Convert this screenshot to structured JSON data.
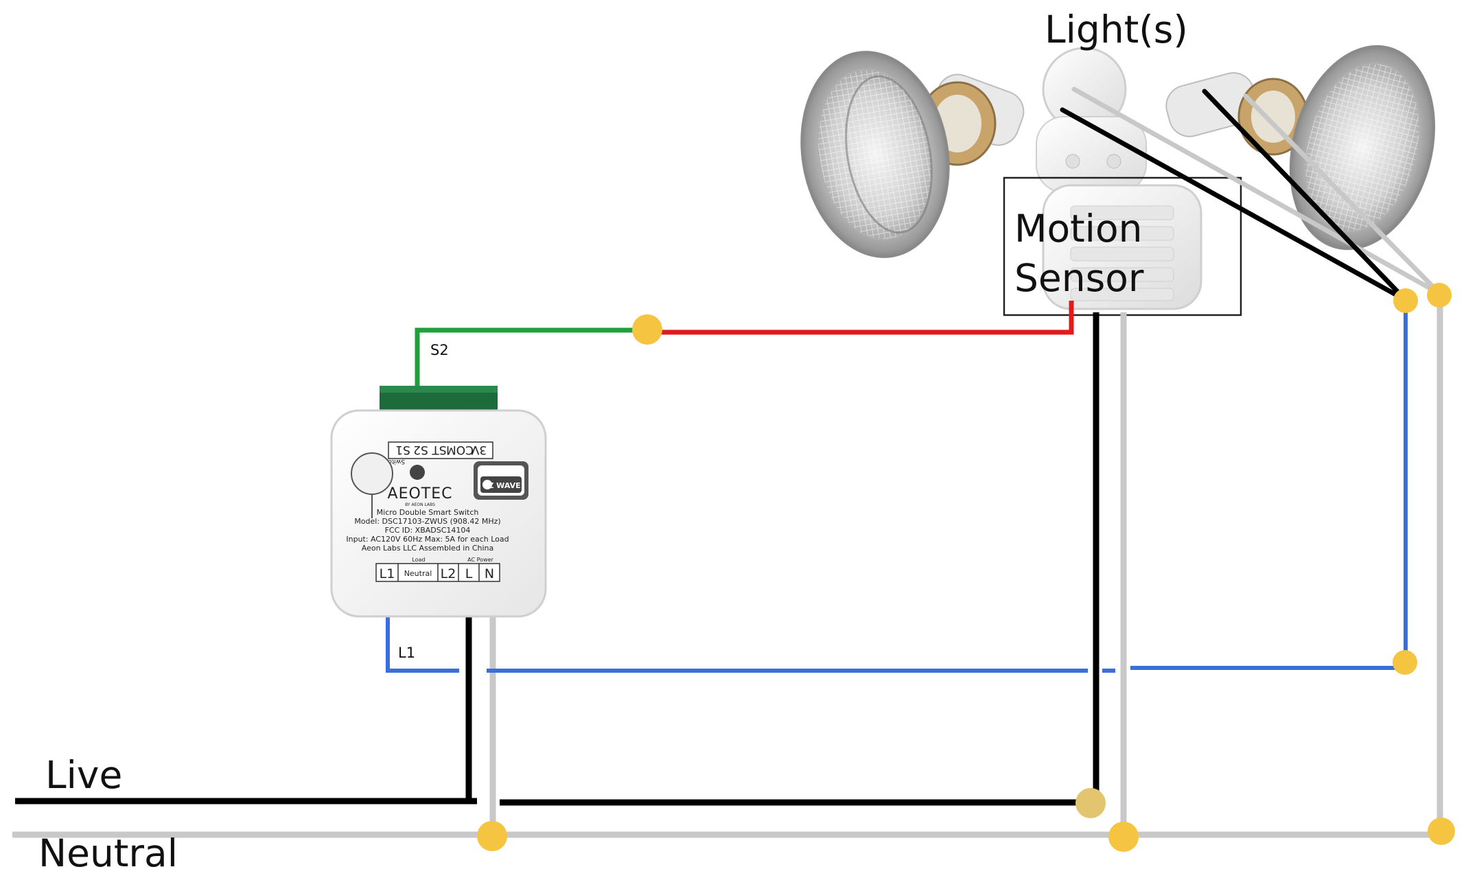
{
  "labels": {
    "lights": "Light(s)",
    "motion_line1": "Motion",
    "motion_line2": "Sensor",
    "live": "Live",
    "neutral": "Neutral",
    "s2": "S2",
    "l1": "L1"
  },
  "device": {
    "brand": "AEOTEC",
    "brand_sub": "BY AEON LABS",
    "zwave": "Z WAVE",
    "switch_label": "Switch",
    "top_terminals": [
      "3V",
      "COM",
      "ST",
      "S2",
      "S1"
    ],
    "info_lines": [
      "Micro Double Smart Switch",
      "Model: DSC17103-ZWUS (908.42 MHz)",
      "FCC ID: XBADSC14104",
      "Input: AC120V 60Hz  Max: 5A for each Load",
      "Aeon Labs LLC   Assembled in China"
    ],
    "load_header": "Load",
    "ac_header": "AC Power",
    "bottom_terminals": [
      "L1",
      "Neutral",
      "L2",
      "L",
      "N"
    ]
  },
  "colors": {
    "live_wire": "#000000",
    "neutral_wire": "#c8c8c8",
    "switched_wire": "#3a6fd8",
    "s2_wire": "#21a03a",
    "sensor_wire": "#e01b1b",
    "junction": "#f5c542"
  }
}
